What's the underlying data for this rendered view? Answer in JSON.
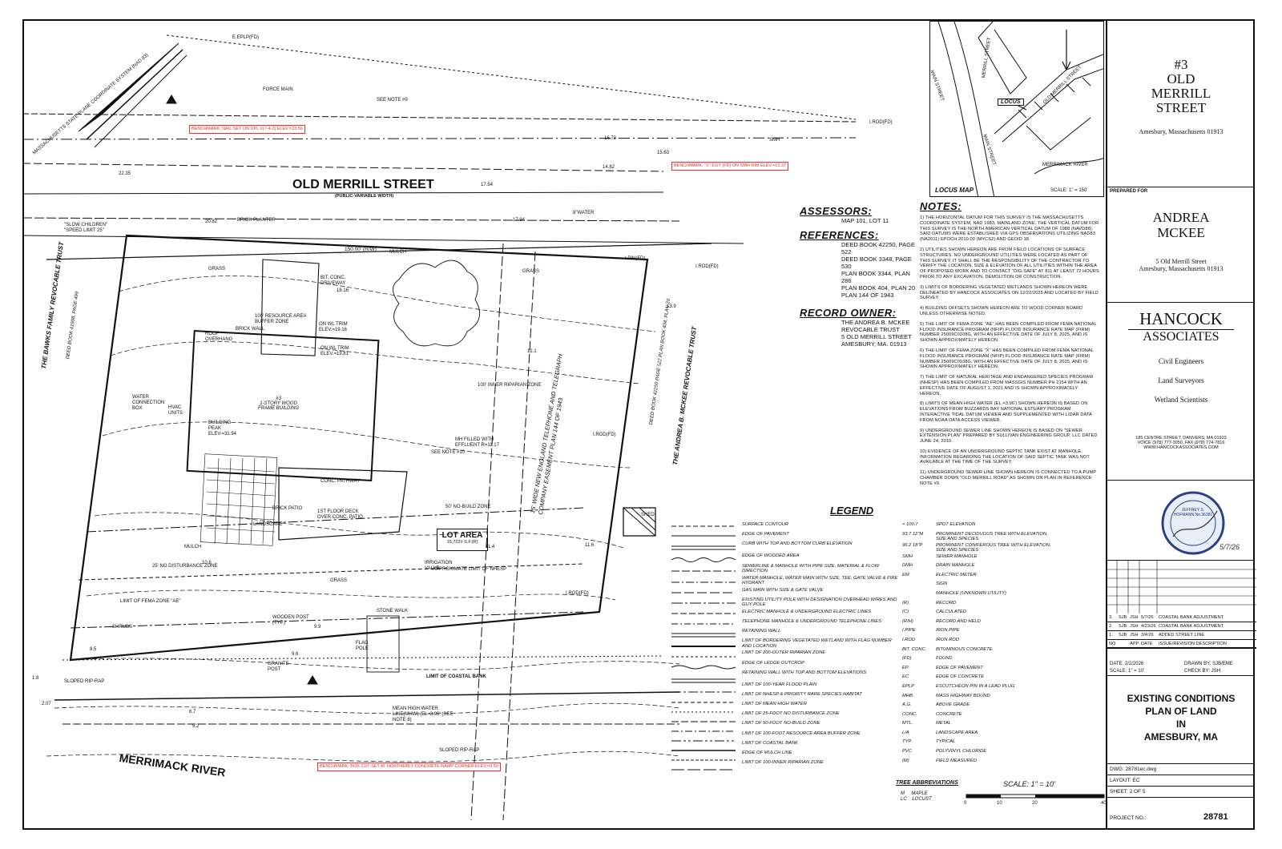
{
  "colors": {
    "ink": "#111111",
    "benchmark_red": "#d33333",
    "background": "#ffffff"
  },
  "plan": {
    "street_name": "OLD MERRILL STREET",
    "street_sub": "(PUBLIC-VARIABLE WIDTH)",
    "river_name": "MERRIMACK RIVER",
    "building_label": "#3\n1-STORY WOOD\nFRAME BUILDING",
    "lot_area_title": "LOT AREA",
    "lot_area_value": "15,722± S.F.(R)",
    "left_owner": "THE BAWKS FAMILY REVOCABLE TRUST",
    "left_owner_deed": "DEED BOOK 41998, PAGE 499",
    "right_owner": "THE ANDREA B. MCKEE REVOCABLE TRUST",
    "right_owner_deed": "DEED BOOK 42250 PAGE 522 PLAN BOOK 404, PLAN 20",
    "easement": "15' WIDE NEW ENGLAND TELEPHONE AND TELEGRAPH COMPANY EASEMENT PLAN 144 OF 1943",
    "north_arrow_text": "MASSACHUSETTS STATE PLANE COORDINATE SYSTEM (NAD 83)",
    "frontage": "150.00' (R/W)",
    "tags": {
      "eplp": "E.EPLP(FD)",
      "irod_fd1": "I.ROD(FD)",
      "irod_fd2": "I.ROD(FD)",
      "irod_fd3": "I.ROD(FD)",
      "irod_fd4": "I.ROD(FD)",
      "ipin": "I.PIN(FD)",
      "shed": "SHED",
      "stone_walk": "STONE WALK",
      "brick_planter": "BRICK PLANTER",
      "conc_pathway": "CONC. PATHWAY",
      "grass1": "GRASS",
      "grass2": "GRASS",
      "grass3": "GRASS",
      "mulch1": "MULCH",
      "mulch2": "MULCH",
      "shrubs": "SHRUBS",
      "sloped_riprap1": "SLOPED RIP-RAP",
      "sloped_riprap2": "SLOPED RIP-RAP",
      "limit_coastal_bank": "LIMIT OF COASTAL BANK",
      "fema_ae": "LIMIT OF FEMA ZONE \"AE\"",
      "no_build": "50' NO-BUILD ZONE",
      "no_disturb": "25' NO DISTURBANCE ZONE",
      "nhesp": "APPROXIMATE LIMIT OF NHESP",
      "mhw": "MEAN HIGH WATER LINE(MHW) (EL=3.96' (SEE NOTE 8)",
      "buffer_zone": "100' RESOURCE AREA BUFFER ZONE",
      "inner_riparian": "100' INNER RIPARIAN ZONE",
      "force_main": "FORCE MAIN",
      "water": "8\"WATER",
      "slow_children": "\"SLOW CHILDREN\" \"SPEED LIMIT 25\"",
      "smh": "SMH",
      "see_note_9": "SEE NOTE #9",
      "see_note_10": "SEE NOTE #10",
      "brick_patio": "BRICK PATIO",
      "deck": "1ST FLOOR DECK OVER CONC. PATIO",
      "bldg_peak": "BUILDING PEAK ELEV.=31.94",
      "on_wl_1": "ON WL TRIM ELEV.=19.16",
      "on_wl_2": "ON WL TRIM ELEV.=19.81",
      "mh_effluent": "MH FILLED WITH EFFLUENT R=11.17",
      "irrigation": "IRRIGATION VALVE",
      "flag_pole": "FLAG POLE",
      "wooden_post": "WOODEN POST (TYP.)",
      "water_box": "WATER CONNECTION BOX",
      "landscape": "LANDSCAPE",
      "brick_wall": "BRICK WALL",
      "roof_overhang": "ROOF OVERHANG",
      "conc_driveway": "BIT. CONC. DRIVEWAY",
      "granite_post": "GRANITE POST",
      "hvac": "HVAC UNITS"
    },
    "benchmarks": [
      "BENCHMARK: NAIL SET ON UPL #(7-4-2) ELEV.=23.56",
      "BENCHMARK: \"X\"-CUT (FD) ON SMH RIM ELEV.=15.37",
      "BENCHMARK: BOX CUT SET AT NORTHERLY CONCRETE RAMP CORNER ELEV.=9.59"
    ],
    "spot_elevations": [
      "22.35",
      "20.82",
      "18.16",
      "17.54",
      "17.94",
      "15.63",
      "16.73",
      "14.82",
      "13.9",
      "12.1",
      "11.6",
      "10.6",
      "9.9",
      "8.5",
      "6.7",
      "5.2",
      "2.07",
      "1.8",
      "11.4",
      "9.6"
    ]
  },
  "assessors": {
    "title": "ASSESSORS:",
    "value": "MAP 101, LOT 11"
  },
  "references": {
    "title": "REFERENCES:",
    "items": [
      "DEED BOOK 42250, PAGE 522",
      "DEED BOOK 3348, PAGE 530",
      "PLAN BOOK 3344, PLAN 286",
      "PLAN BOOK 404, PLAN 20",
      "PLAN 144 OF 1943"
    ]
  },
  "record_owner": {
    "title": "RECORD OWNER:",
    "lines": [
      "THE ANDREA B. MCKEE",
      "REVOCABLE TRUST",
      "5 OLD MERRILL STREET",
      "AMESBURY, MA. 01913"
    ]
  },
  "notes": {
    "title": "NOTES:",
    "items": [
      "1) THE HORIZONTAL DATUM FOR THIS SURVEY IS THE MASSACHUSETTS COORDINATE SYSTEM, NAD 1983, MAINLAND ZONE. THE VERTICAL DATUM FOR THIS SURVEY IS THE NORTH AMERICAN VERTICAL DATUM OF 1988 (NAVD88). SAID DATUMS WERE ESTABLISHED VIA GPS OBSERVATIONS UTILIZING NAD83 (NA2011) EPOCH 2010.00 (MYCS2) AND GEOID 18.",
      "2) UTILITIES SHOWN HEREON ARE FROM FIELD LOCATIONS OF SURFACE STRUCTURES. NO UNDERGROUND UTILITIES WERE LOCATED AS PART OF THIS SURVEY. IT SHALL BE THE RESPONSIBILITY OF THE CONTRACTOR TO VERIFY THE LOCATION, SIZE & ELEVATION OF ALL UTILITIES WITHIN THE AREA OF PROPOSED WORK AND TO CONTACT \"DIG-SAFE\" AT 811 AT LEAST 72 HOURS PRIOR TO ANY EXCAVATION, DEMOLITION OR CONSTRUCTION.",
      "3) LIMITS OF BORDERING VEGETATED WETLANDS SHOWN HEREON WERE DELINEATED BY HANCOCK ASSOCIATES ON 12/22/2025 AND LOCATED BY FIELD SURVEY.",
      "4) BUILDING OFFSETS SHOWN HEREON ARE TO WOOD CORNER BOARD UNLESS OTHERWISE NOTED.",
      "5) THE LIMIT OF FEMA ZONE \"AE\" HAS BEEN COMPILED FROM FEMA NATIONAL FLOOD INSURANCE PROGRAM (NFIP) FLOOD INSURANCE RATE MAP (FIRM) NUMBER 25009C0108G, WITH AN EFFECTIVE DATE OF JULY 8, 2025, AND IS SHOWN APPROXIMATELY HEREON.",
      "6) THE LIMIT OF FEMA ZONE \"X\" HAS BEEN COMPILED FROM FEMA NATIONAL FLOOD INSURANCE PROGRAM (NFIP) FLOOD INSURANCE RATE MAP (FIRM) NUMBER 25009C0108G, WITH AN EFFECTIVE DATE OF JULY 8, 2025, AND IS SHOWN APPROXIMATELY HEREON.",
      "7) THE LIMIT OF NATURAL HERITAGE AND ENDANGERED SPECIES PROGRAM (NHESP) HAS BEEN COMPILED FROM MASSGIS NUMBER PH 2154 WITH AN EFFECTIVE DATE OF AUGUST 1, 2021 AND IS SHOWN APPROXIMATELY HEREON.",
      "8) LIMITS OF MEAN HIGH WATER (EL.=3.96') SHOWN HEREON IS BASED ON ELEVATIONS FROM BUZZARDS BAY NATIONAL ESTUARY PROGRAM INTERACTIVE TIDAL DATUM VIEWER AND SUPPLEMENTED WITH LIDAR DATA FROM NOAA DATA ACCESS VIEWER.",
      "9) UNDERGROUND SEWER LINE SHOWN HEREON IS BASED ON \"SEWER EXTENSION PLAN\" PREPARED BY SULLIVAN ENGINEERING GROUP, LLC DATED JUNE 24, 2010.",
      "10) EVIDENCE OF AN UNDERGROUND SEPTIC TANK EXIST AT MANHOLE. INFORMATION REGARDING THE LOCATION OF SAID SEPTIC TANK WAS NOT AVAILABLE AT THE TIME OF THE SURVEY.",
      "11) UNDERGROUND SEWER LINE SHOWN HEREON IS CONNECTED TO A PUMP CHAMBER DOWN \"OLD MERRILL ROAD\" AS SHOWN ON PLAN IN REFERENCE NOTE #9."
    ]
  },
  "legend": {
    "title": "LEGEND",
    "left": [
      "SURFACE CONTOUR",
      "EDGE OF PAVEMENT",
      "CURB WITH TOP AND BOTTOM CURB ELEVATION",
      "EDGE OF WOODED AREA",
      "SEWERLINE & MANHOLE WITH PIPE SIZE, MATERIAL & FLOW DIRECTION",
      "WATER MANHOLE, WATER MAIN WITH SIZE, TEE, GATE VALVE & FIRE HYDRANT",
      "GAS MAIN WITH SIZE & GATE VALVE",
      "EXISTING UTILITY POLE WITH DESIGNATION OVERHEAD WIRES AND GUY POLE",
      "ELECTRIC MANHOLE & UNDERGROUND ELECTRIC LINES",
      "TELEPHONE MANHOLE & UNDERGROUND TELEPHONE LINES",
      "RETAINING WALL",
      "LIMIT OF BORDERING VEGETATED WETLAND WITH FLAG NUMBER AND LOCATION",
      "LIMIT OF 200-OUTER RIPARIAN ZONE",
      "EDGE OF LEDGE OUTCROP",
      "RETAINING WALL WITH TOP AND BOTTOM ELEVATIONS",
      "LIMIT OF 100-YEAR FLOOD PLAIN",
      "LIMIT OF NHESP & PRIORITY RARE SPECIES HABITAT",
      "LIMIT OF MEAN HIGH WATER",
      "LIMIT OF 25-FOOT NO DISTURBANCE ZONE",
      "LIMIT OF 50-FOOT NO-BUILD ZONE",
      "LIMIT OF 100-FOOT RESOURCE AREA BUFFER ZONE",
      "LIMIT OF COASTAL BANK",
      "EDGE OF MULCH LINE",
      "LIMIT OF 100-INNER RIPARIAN ZONE"
    ],
    "right": [
      {
        "abbr": "× 100.7",
        "label": "SPOT ELEVATION"
      },
      {
        "abbr": "93.7 12\"M",
        "label": "PROMINENT DECIDUOUS TREE WITH ELEVATION, SIZE AND SPECIES"
      },
      {
        "abbr": "96.2 18\"P",
        "label": "PROMINENT CONIFEROUS TREE WITH ELEVATION, SIZE AND SPECIES"
      },
      {
        "abbr": "SMH",
        "label": "SEWER MANHOLE"
      },
      {
        "abbr": "DMH",
        "label": "DRAIN MANHOLE"
      },
      {
        "abbr": "EM",
        "label": "ELECTRIC METER"
      },
      {
        "abbr": "",
        "label": "SIGN"
      },
      {
        "abbr": "",
        "label": "MANHOLE (UNKNOWN UTILITY)"
      },
      {
        "abbr": "(R)",
        "label": "RECORD"
      },
      {
        "abbr": "(C)",
        "label": "CALCULATED"
      },
      {
        "abbr": "(R/H)",
        "label": "RECORD AND HELD"
      },
      {
        "abbr": "I.PIPE",
        "label": "IRON PIPE"
      },
      {
        "abbr": "I.ROD",
        "label": "IRON ROD"
      },
      {
        "abbr": "BIT. CONC.",
        "label": "BITUMINOUS CONCRETE"
      },
      {
        "abbr": "(FD)",
        "label": "FOUND"
      },
      {
        "abbr": "EP",
        "label": "EDGE OF PAVEMENT"
      },
      {
        "abbr": "EC",
        "label": "EDGE OF CONCRETE"
      },
      {
        "abbr": "EPLP",
        "label": "ESCUTCHEON PIN IN A LEAD PLUG"
      },
      {
        "abbr": "MHB",
        "label": "MASS HIGHWAY BOUND"
      },
      {
        "abbr": "A.G.",
        "label": "ABOVE GRADE"
      },
      {
        "abbr": "CONC.",
        "label": "CONCRETE"
      },
      {
        "abbr": "MTL.",
        "label": "METAL"
      },
      {
        "abbr": "L/A",
        "label": "LANDSCAPE AREA"
      },
      {
        "abbr": "TYP.",
        "label": "TYPICAL"
      },
      {
        "abbr": "PVC",
        "label": "POLYVINYL CHLORIDE"
      },
      {
        "abbr": "(M)",
        "label": "FIELD MEASURED"
      }
    ],
    "tree_abbr_title": "TREE ABBREVIATIONS",
    "tree_abbr": [
      {
        "abbr": "M",
        "label": "MAPLE"
      },
      {
        "abbr": "LC",
        "label": "LOCUST"
      }
    ],
    "scale_title": "SCALE: 1\" = 10'",
    "scale_ticks": [
      "0",
      "10",
      "20",
      "40"
    ]
  },
  "locus": {
    "title": "LOCUS MAP",
    "scale": "SCALE: 1\" = 150'",
    "tag": "LOCUS",
    "streets": [
      "MAIN STREET",
      "MERRILL STREET",
      "OLD MERRILL STREET",
      "MAIN STREET",
      "MERRIMACK RIVER"
    ]
  },
  "title_block": {
    "project_title": "#3\nOLD\nMERRILL\nSTREET",
    "project_city": "Amesbury, Massachusetts 01913",
    "prepared_for": "PREPARED FOR",
    "client_name": "ANDREA\nMCKEE",
    "client_address_1": "5 Old Merrill Street",
    "client_address_2": "Amesbury, Massachusetts 01913",
    "firm_name_1": "HANCOCK",
    "firm_name_2": "ASSOCIATES",
    "services": [
      "Civil Engineers",
      "Land Surveyors",
      "Wetland Scientists"
    ],
    "firm_address": "185 CENTRE STREET, DANVERS, MA 01923",
    "firm_phone": "VOICE (978) 777-3050, FAX (978) 774-7816",
    "firm_web": "WWW.HANCOCKASSOCIATES.COM",
    "seal_text": "JEFFREY S. HOFMANN No.36381",
    "seal_date": "5/7/26",
    "revisions": [
      {
        "no": "3.",
        "by": "SJB",
        "app": "JSH",
        "date": "5/7/26",
        "desc": "COASTAL BANK ADJUSTMENT"
      },
      {
        "no": "2.",
        "by": "SJB",
        "app": "JSH",
        "date": "4/23/26",
        "desc": "COASTAL BANK ADJUSTMENT"
      },
      {
        "no": "1.",
        "by": "SJB",
        "app": "JSH",
        "date": "3/4/26",
        "desc": "ADDED STREET LINE"
      }
    ],
    "rev_header": {
      "no": "NO",
      "by": "APP",
      "date": "DATE",
      "desc": "ISSUE/REVISION DESCRIPTION"
    },
    "date_label": "DATE:",
    "date_value": "2/2/2026",
    "drawn_label": "DRAWN BY:",
    "drawn_value": "SJB/EME",
    "scale_label": "SCALE:",
    "scale_value": "1\" = 10'",
    "check_label": "CHECK BY:",
    "check_value": "JSH",
    "plan_title": "EXISTING CONDITIONS\nPLAN OF LAND\nIN\nAMESBURY, MA",
    "dwg_label": "DWG:",
    "dwg_value": "28781ec.dwg",
    "layout_label": "LAYOUT:",
    "layout_value": "EC",
    "sheet_label": "SHEET:",
    "sheet_value": "2 OF 5",
    "project_no_label": "PROJECT NO.:",
    "project_no_value": "28781"
  }
}
